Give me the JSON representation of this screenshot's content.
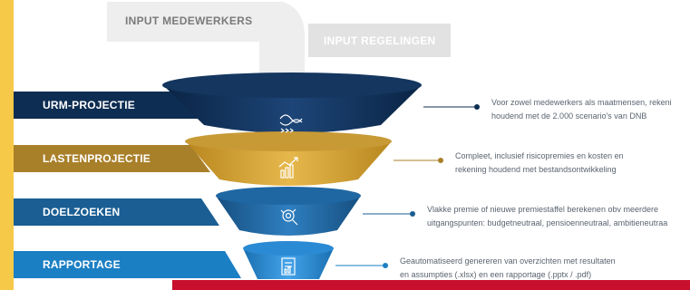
{
  "inputs": {
    "medewerkers": "INPUT MEDEWERKERS",
    "regelingen": "INPUT REGELINGEN"
  },
  "stages": [
    {
      "label": "URM-PROJECTIE",
      "color": "#0d2d52",
      "icon": "scenario-paths-icon",
      "description": [
        "Voor zowel medewerkers als maatmensen, rekeni",
        "houdend met de 2.000 scenario's van DNB"
      ]
    },
    {
      "label": "LASTENPROJECTIE",
      "color": "#a9802a",
      "icon": "growth-chart-icon",
      "description": [
        "Compleet, inclusief risicopremies en kosten en",
        "rekening houdend met bestandsontwikkeling"
      ]
    },
    {
      "label": "DOELZOEKEN",
      "color": "#1a5e93",
      "icon": "target-search-icon",
      "description": [
        "Vlakke premie of nieuwe premiestaffel berekenen obv meerdere",
        "uitgangspunten: budgetneutraal, pensioenneutraal, ambitieneutraa"
      ]
    },
    {
      "label": "RAPPORTAGE",
      "color": "#1b7fc4",
      "icon": "report-document-icon",
      "description": [
        "Geautomatiseerd genereren van overzichten met resultaten",
        "en assumpties (.xlsx) en een rapportage (.pptx / .pdf)"
      ]
    }
  ]
}
